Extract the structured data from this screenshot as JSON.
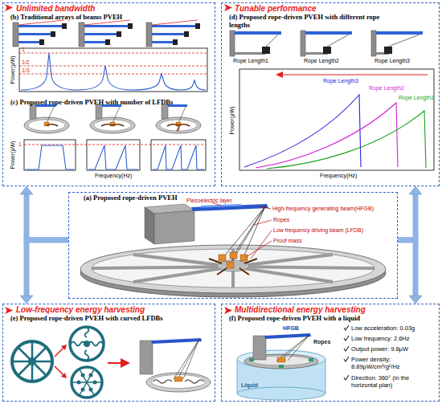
{
  "diagram": {
    "nodes": [
      {
        "text": [
          "Unlimited bandwidth",
          "(b) Traditional arrays of beams PVEH",
          "(c) Proposed rope-driven PVEH with number of LFDBs"
        ]
      },
      {
        "text": [
          "Tunable performance",
          "(d) Proposed rope-driven PVEH with different rope lengths"
        ]
      },
      {
        "text": [
          "(a) Proposed rope-driven PVEH"
        ]
      },
      {
        "text": [
          "Low-frequency energy harvesting",
          "(e) Proposed rope-driven PVEH with curved LFDBs"
        ]
      },
      {
        "text": [
          "Multidirectional energy harvesting",
          "(f) Proposed rope-driven PVEH with a liquid"
        ]
      }
    ],
    "edges": [
      {
        "from": 2,
        "to": 0,
        "arrow": "to"
      },
      {
        "from": 2,
        "to": 1,
        "arrow": "to"
      },
      {
        "from": 2,
        "to": 3,
        "arrow": "to"
      },
      {
        "from": 2,
        "to": 4,
        "arrow": "to"
      }
    ],
    "labels": [
      "Power(μW)",
      "1",
      "1/2",
      "1/3",
      "Power(μW)",
      "1",
      "Frequency(Hz)",
      "Rope Length1",
      "Rope Length2",
      "Rope Length3",
      "Power(μW)",
      "Rope Length3",
      "Rope Length2",
      "Rope Length1",
      "Frequency(Hz)",
      "Piezoelectric layer",
      "High-frequency generating beam(HFGB)",
      "Ropes",
      "Low frequency driving beam (LFDB)",
      "Proof mass",
      "HFGB",
      "Ropes",
      "Liquid",
      "Low acceleration: 0.03g",
      "Low frequency: 2.6Hz",
      "Output power: 9.8μW",
      "Power density: 8.89μW/cm³/g²/Hz",
      "Direction: 360° (in the horizontal plan)"
    ]
  }
}
